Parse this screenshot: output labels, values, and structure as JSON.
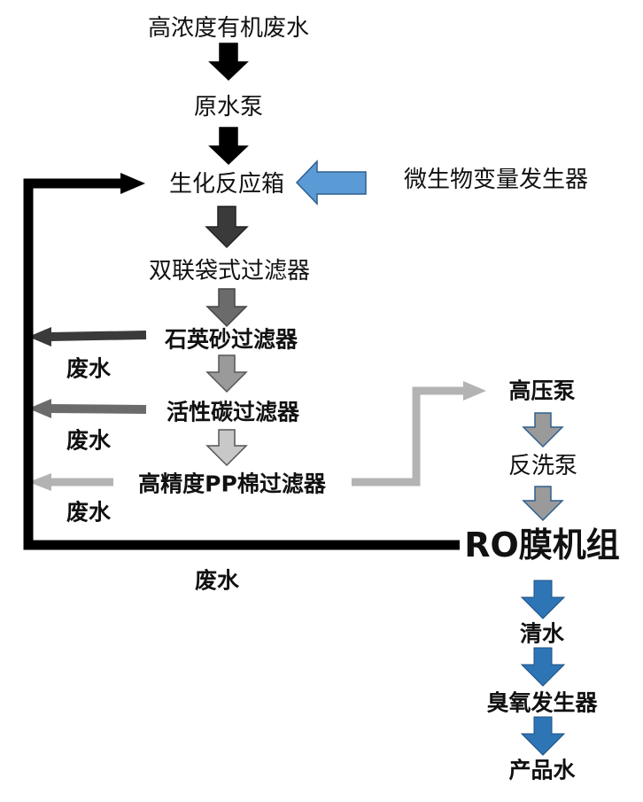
{
  "nodes": {
    "wastewater": "高浓度有机废水",
    "raw_pump": "原水泵",
    "bio_tank": "生化反应箱",
    "microbe_gen": "微生物变量发生器",
    "bag_filter": "双联袋式过滤器",
    "sand_filter": "石英砂过滤器",
    "carbon_filter": "活性碳过滤器",
    "pp_filter": "高精度PP棉过滤器",
    "hp_pump": "高压泵",
    "backwash_pump": "反洗泵",
    "ro_unit": "RO膜机组",
    "clean_water": "清水",
    "ozone_gen": "臭氧发生器",
    "product_water": "产品水"
  },
  "waste_labels": [
    "废水",
    "废水",
    "废水",
    "废水"
  ],
  "colors": {
    "black": "#000000",
    "dark_gray": "#3a3a3a",
    "mid_gray": "#6b6b6b",
    "gray": "#9a9a9a",
    "light_gray": "#c8c8c8",
    "line_gray": "#b3b3b3",
    "blue_light": "#5b9bd5",
    "blue": "#2e75b6"
  }
}
